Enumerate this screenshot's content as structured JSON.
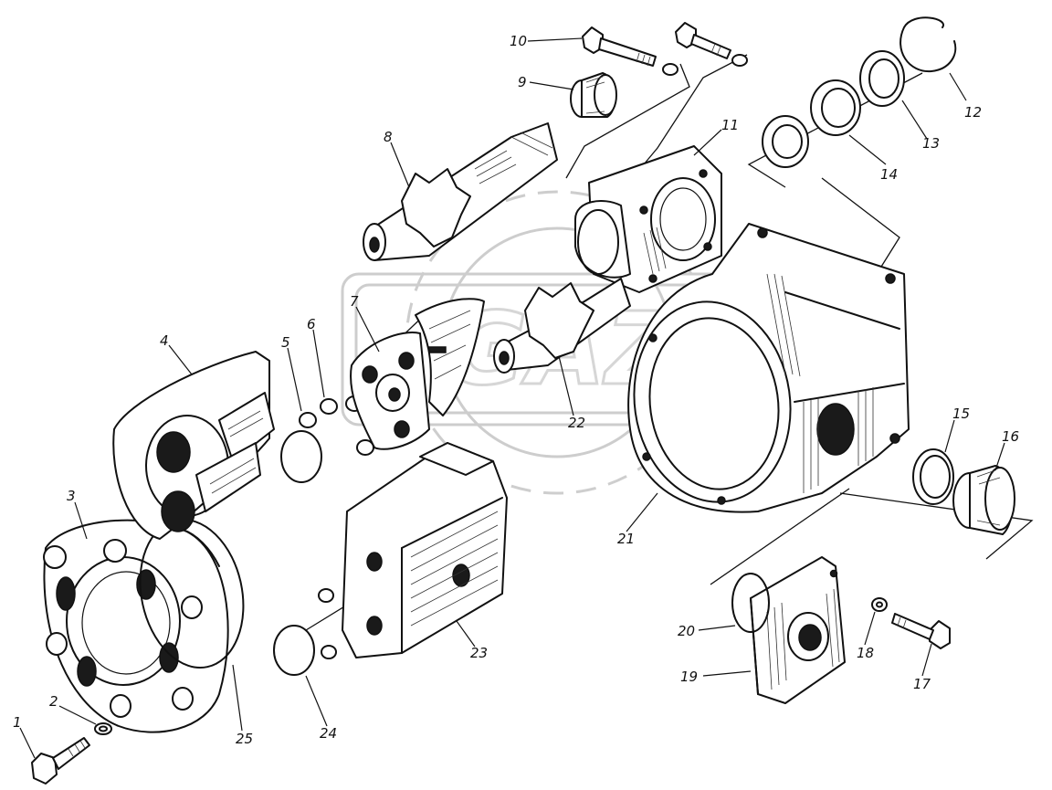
{
  "diagram": {
    "watermark": "GAZ",
    "parts": [
      {
        "id": "1",
        "label": "1"
      },
      {
        "id": "2",
        "label": "2"
      },
      {
        "id": "3",
        "label": "3"
      },
      {
        "id": "4",
        "label": "4"
      },
      {
        "id": "5",
        "label": "5"
      },
      {
        "id": "6",
        "label": "6"
      },
      {
        "id": "7",
        "label": "7"
      },
      {
        "id": "8",
        "label": "8"
      },
      {
        "id": "9",
        "label": "9"
      },
      {
        "id": "10",
        "label": "10"
      },
      {
        "id": "11",
        "label": "11"
      },
      {
        "id": "12",
        "label": "12"
      },
      {
        "id": "13",
        "label": "13"
      },
      {
        "id": "14",
        "label": "14"
      },
      {
        "id": "15",
        "label": "15"
      },
      {
        "id": "16",
        "label": "16"
      },
      {
        "id": "17",
        "label": "17"
      },
      {
        "id": "18",
        "label": "18"
      },
      {
        "id": "19",
        "label": "19"
      },
      {
        "id": "20",
        "label": "20"
      },
      {
        "id": "21",
        "label": "21"
      },
      {
        "id": "22",
        "label": "22"
      },
      {
        "id": "23",
        "label": "23"
      },
      {
        "id": "24",
        "label": "24"
      },
      {
        "id": "25",
        "label": "25"
      }
    ]
  }
}
